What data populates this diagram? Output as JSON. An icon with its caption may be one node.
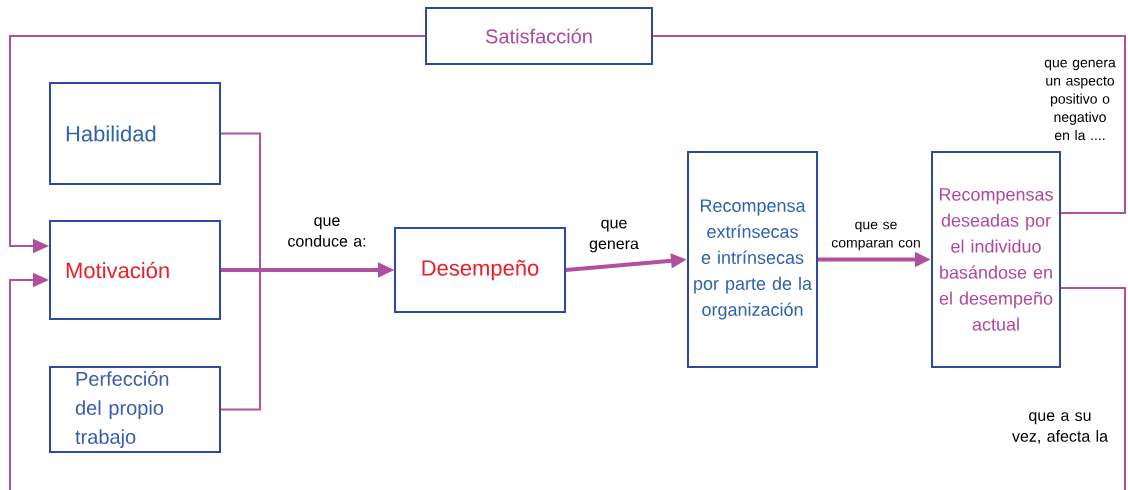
{
  "diagram": {
    "nodes": [
      {
        "text": [
          "Satisfacción"
        ]
      },
      {
        "text": [
          "Habilidad"
        ]
      },
      {
        "text": [
          "Motivación"
        ]
      },
      {
        "text": [
          "Perfección del propio trabajo"
        ]
      },
      {
        "text": [
          "Desempeño"
        ]
      },
      {
        "text": [
          "Recompensa extrínsecas e intrínsecas por parte de la organización"
        ]
      },
      {
        "text": [
          "Recompensas deseadas por el individuo basándose en el desempeño actual"
        ]
      }
    ],
    "edges": [
      {
        "from": 1,
        "to": 4,
        "arrow": "to"
      },
      {
        "from": 2,
        "to": 4,
        "arrow": "to",
        "label": "que conduce a:",
        "style": "thick"
      },
      {
        "from": 3,
        "to": 4,
        "arrow": "to"
      },
      {
        "from": 4,
        "to": 5,
        "arrow": "to",
        "label": "que genera",
        "style": "thick"
      },
      {
        "from": 5,
        "to": 6,
        "arrow": "to",
        "label": "que se comparan con",
        "style": "thick"
      },
      {
        "from": 6,
        "to": 0,
        "arrow": "none",
        "label": "que genera un aspecto positivo o negativo en la ...."
      },
      {
        "from": 0,
        "to": 2,
        "arrow": "to"
      },
      {
        "from": 6,
        "to": 2,
        "arrow": "to",
        "label": "que a su vez, afecta la"
      }
    ]
  }
}
